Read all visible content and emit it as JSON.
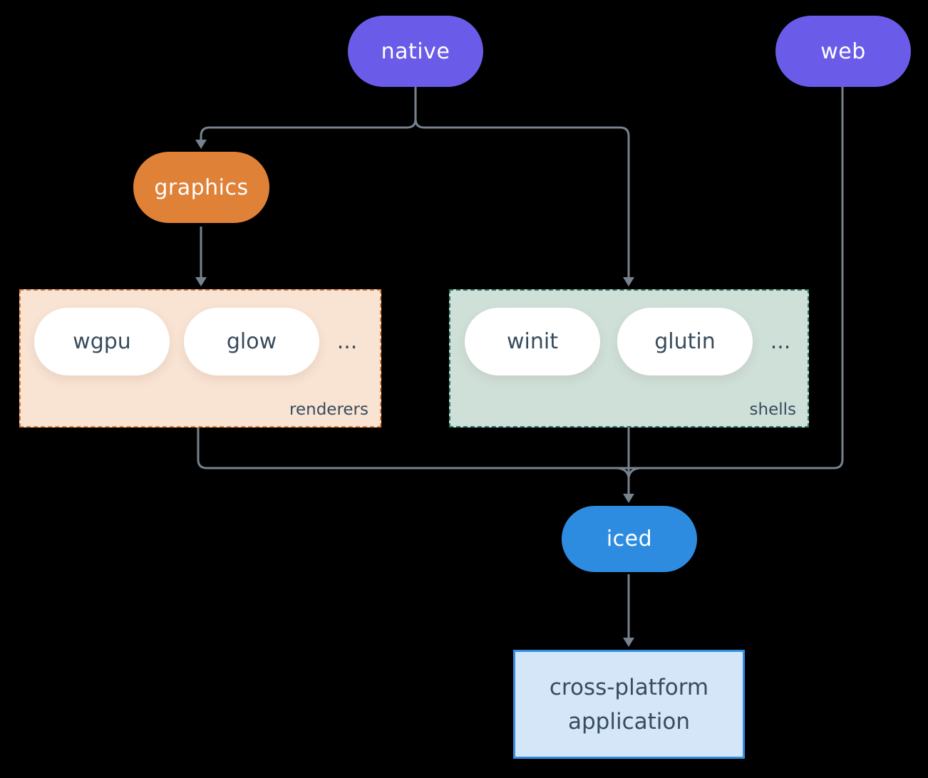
{
  "diagram": {
    "background": "#000000",
    "connector_color": "#77828e",
    "nodes": {
      "native": {
        "label": "native",
        "fill": "#6a5ce8",
        "text_color": "#ffffff"
      },
      "web": {
        "label": "web",
        "fill": "#6a5ce8",
        "text_color": "#ffffff"
      },
      "graphics": {
        "label": "graphics",
        "fill": "#e08138",
        "text_color": "#ffffff"
      },
      "iced": {
        "label": "iced",
        "fill": "#2e8ce0",
        "text_color": "#ffffff"
      },
      "application": {
        "label_line1": "cross-platform",
        "label_line2": "application",
        "fill": "#d4e6f8",
        "border": "#338fe3",
        "text_color": "#374c5c"
      }
    },
    "groups": {
      "renderers": {
        "label": "renderers",
        "ellipsis": "...",
        "fill": "#f9e3d3",
        "border": "#e08138",
        "text_color": "#374c5c",
        "items": [
          {
            "label": "wgpu"
          },
          {
            "label": "glow"
          }
        ]
      },
      "shells": {
        "label": "shells",
        "ellipsis": "...",
        "fill": "#cfe0d9",
        "border": "#2f7a6b",
        "text_color": "#374c5c",
        "items": [
          {
            "label": "winit"
          },
          {
            "label": "glutin"
          }
        ]
      }
    }
  }
}
